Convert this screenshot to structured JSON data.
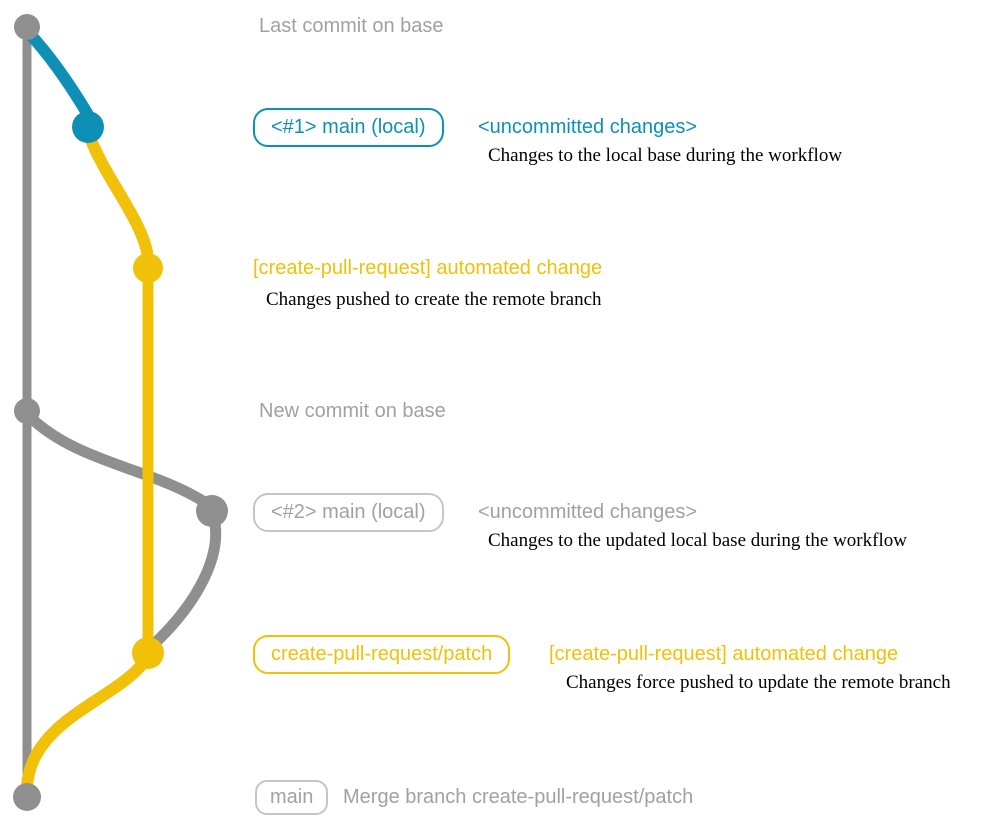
{
  "colors": {
    "gray": "#908f8f",
    "gray_text": "#a1a1a1",
    "gray_border": "#c6c6c6",
    "blue": "#0e90b6",
    "yellow": "#f1c109",
    "desc_text": "#000000"
  },
  "graph": {
    "branches": [
      {
        "name": "base",
        "color": "gray"
      },
      {
        "name": "main (local)",
        "color": "blue"
      },
      {
        "name": "create-pull-request/patch",
        "color": "yellow"
      }
    ],
    "commit_count": 7
  },
  "rows": {
    "last_commit": {
      "label": "Last commit on base"
    },
    "commit_uncommitted_1": {
      "badge": "<#1> main (local)",
      "label": "<uncommitted changes>",
      "desc": "Changes to the local base during the workflow"
    },
    "commit_automated_1": {
      "label": "[create-pull-request] automated change",
      "desc": "Changes pushed to create the remote branch"
    },
    "new_commit": {
      "label": "New commit on base"
    },
    "commit_uncommitted_2": {
      "badge": "<#2> main (local)",
      "label": "<uncommitted changes>",
      "desc": "Changes to the updated local base during the workflow"
    },
    "commit_automated_2": {
      "badge": "create-pull-request/patch",
      "label": "[create-pull-request] automated change",
      "desc": "Changes force pushed to update the remote branch"
    },
    "merge_commit": {
      "badge": "main",
      "label": "Merge branch create-pull-request/patch"
    }
  }
}
